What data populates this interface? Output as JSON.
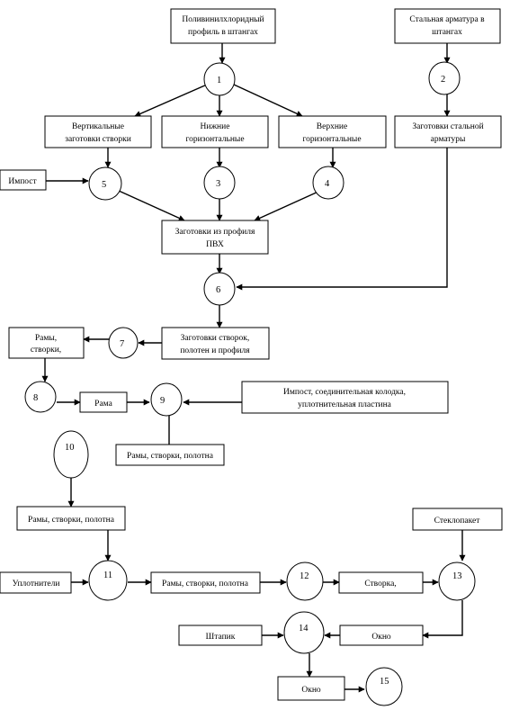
{
  "boxes": {
    "pvc_profile": [
      "Поливинилхлоридный",
      "профиль в штангах"
    ],
    "steel_rebar": [
      "Стальная арматура в",
      "штангах"
    ],
    "vertical_blanks": [
      "Вертикальные",
      "заготовки створки"
    ],
    "lower_horizontal": [
      "Нижние",
      "горизонтальные"
    ],
    "upper_horizontal": [
      "Верхние",
      "горизонтальные"
    ],
    "steel_blanks": [
      "Заготовки стальной",
      "арматуры"
    ],
    "impost_in": [
      "Импост"
    ],
    "pvc_blanks": [
      "Заготовки из профиля",
      "ПВХ"
    ],
    "sash_blanks": [
      "Заготовки створок,",
      "полотен и профиля"
    ],
    "frames_sashes": [
      "Рамы,",
      "створки,"
    ],
    "frame": [
      "Рама"
    ],
    "impost_set": [
      "Импост, соединительная колодка,",
      "уплотнительная пластина"
    ],
    "frames_1": [
      "Рамы, створки, полотна"
    ],
    "frames_2": [
      "Рамы, створки, полотна"
    ],
    "glass_unit": [
      "Стеклопакет"
    ],
    "seals": [
      "Уплотнители"
    ],
    "frames_3": [
      "Рамы, створки, полотна"
    ],
    "sash": [
      "Створка,"
    ],
    "bead": [
      "Штапик"
    ],
    "window_1": [
      "Окно"
    ],
    "window_2": [
      "Окно"
    ]
  },
  "nodes": [
    "1",
    "2",
    "3",
    "4",
    "5",
    "6",
    "7",
    "8",
    "9",
    "10",
    "11",
    "12",
    "13",
    "14",
    "15"
  ]
}
